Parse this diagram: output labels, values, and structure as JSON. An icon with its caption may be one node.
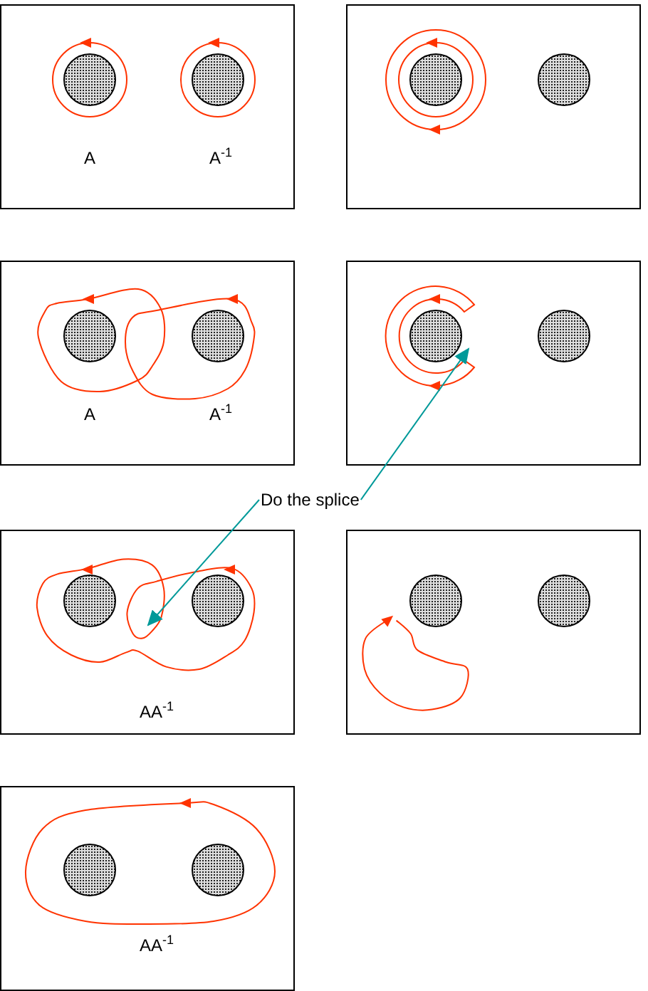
{
  "diagram": {
    "nodes": [
      {
        "text": [
          "A",
          "A$^{-1}$"
        ]
      },
      {
        "text": [],
        "shape": "box"
      },
      {
        "text": [
          "A",
          "A$^{-1}$"
        ]
      },
      {
        "text": [],
        "shape": "box"
      },
      {
        "text": [
          "AA$^{-1}$"
        ]
      },
      {
        "text": [],
        "shape": "box"
      },
      {
        "text": [
          "AA$^{-1}$"
        ]
      },
      {
        "text": [
          "Do the splice"
        ]
      },
      {
        "text": [],
        "shape": "loop",
        "in": 3
      },
      {
        "text": [],
        "shape": "loop",
        "in": 4
      }
    ],
    "edges": [
      {
        "from": 7,
        "to": 8,
        "arrow": "to",
        "color": "#009999"
      },
      {
        "from": 7,
        "to": 9,
        "arrow": "to",
        "color": "#009999"
      }
    ]
  }
}
